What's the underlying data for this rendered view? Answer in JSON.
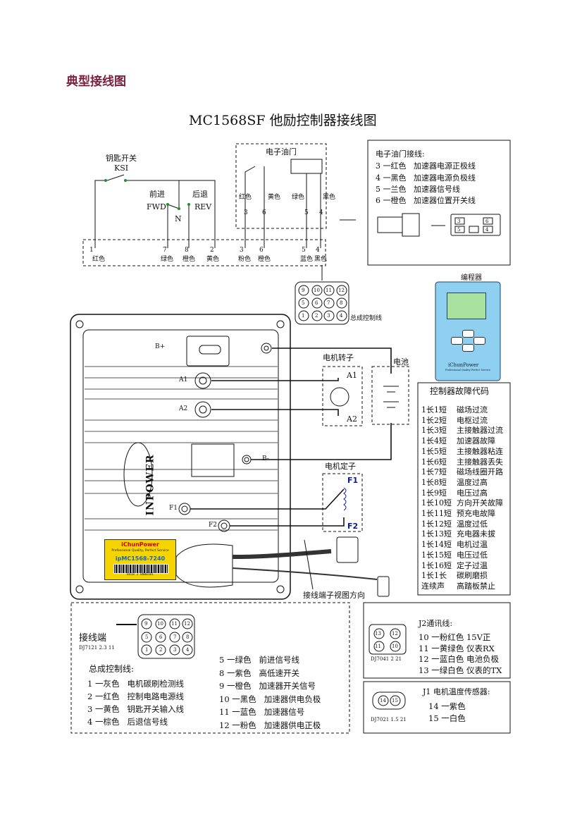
{
  "heading": "典型接线图",
  "title": "MC1568SF 他励控制器接线图",
  "key_switch": {
    "label_cn": "钥匙开关",
    "label_en": "KSI"
  },
  "direction": {
    "fwd_cn": "前进",
    "fwd_en": "FWD",
    "rev_cn": "后退",
    "rev_en": "REV",
    "neutral": "N"
  },
  "throttle": {
    "title": "电子油门",
    "wires": [
      "红色",
      "黄色",
      "绿色",
      "黑色"
    ],
    "pins": [
      "3",
      "6",
      "5",
      "4"
    ]
  },
  "harness_pins": [
    {
      "num": "1",
      "color": "红色"
    },
    {
      "num": "7",
      "color": "绿色"
    },
    {
      "num": "8",
      "color": "橙色"
    },
    {
      "num": "2",
      "color": "黄色"
    },
    {
      "num": "3",
      "color": "粉色"
    },
    {
      "num": "6",
      "color": "橙色"
    },
    {
      "num": "5",
      "color": "蓝色"
    },
    {
      "num": "4",
      "color": "黑色"
    }
  ],
  "throttle_wiring": {
    "title": "电子油门接线:",
    "lines": [
      {
        "pin": "3",
        "color": "红色",
        "desc": "加速器电源正极线"
      },
      {
        "pin": "4",
        "color": "黑色",
        "desc": "加速器电源负极线"
      },
      {
        "pin": "5",
        "color": "兰色",
        "desc": "加速器信号线"
      },
      {
        "pin": "6",
        "color": "橙色",
        "desc": "加速器位置开关线"
      }
    ]
  },
  "mini_plug_pins": [
    "3",
    "6",
    "5",
    "4"
  ],
  "main_connector": {
    "pins": [
      "9",
      "10",
      "11",
      "12",
      "5",
      "6",
      "7",
      "8",
      "1",
      "2",
      "3",
      "4"
    ],
    "label": "总成控制线"
  },
  "programmer": {
    "title": "编程器",
    "brand": "iChunPower",
    "sub": "Professional Quality Perfect Service"
  },
  "controller_terminals": [
    "B+",
    "A1",
    "A2",
    "B-",
    "F1",
    "F2"
  ],
  "controller_brand": "INPOWER",
  "sticker": {
    "brand": "iChunPower",
    "tagline": "Professional Quality, Perfect Service",
    "model": "ipMC1568-7240",
    "serial": "8418 2 0000101"
  },
  "motor": {
    "rotor": "电机转子",
    "stator": "电机定子",
    "a1": "A1",
    "a2": "A2",
    "f1": "F1",
    "f2": "F2"
  },
  "battery": "电池",
  "terminal_view": "接线端子视图方向",
  "fault_codes": {
    "title": "控制器故障代码",
    "items": [
      {
        "code": "1长1短",
        "desc": "磁场过流"
      },
      {
        "code": "1长2短",
        "desc": "电枢过流"
      },
      {
        "code": "1长3短",
        "desc": "主接触器过流"
      },
      {
        "code": "1长4短",
        "desc": "加速器故障"
      },
      {
        "code": "1长5短",
        "desc": "主接触器粘连"
      },
      {
        "code": "1长6短",
        "desc": "主接触器丢失"
      },
      {
        "code": "1长7短",
        "desc": "磁场线圈开路"
      },
      {
        "code": "1长8短",
        "desc": "温度过高"
      },
      {
        "code": "1长9短",
        "desc": "电压过高"
      },
      {
        "code": "1长10短",
        "desc": "方向开关故障"
      },
      {
        "code": "1长11短",
        "desc": "预充电故障"
      },
      {
        "code": "1长12短",
        "desc": "温度过低"
      },
      {
        "code": "1长13短",
        "desc": "充电器未拔"
      },
      {
        "code": "1长14短",
        "desc": "电机过温"
      },
      {
        "code": "1长15短",
        "desc": "电压过低"
      },
      {
        "code": "1长16短",
        "desc": "定子过温"
      },
      {
        "code": "1长1长",
        "desc": "碳刷磨损"
      },
      {
        "code": "连续声",
        "desc": "高踏板禁止"
      }
    ]
  },
  "bottom": {
    "connector_label": "接线端",
    "connector_part": "DJ7121  2.3  11",
    "harness_title": "总成控制线:",
    "left_items": [
      {
        "n": "1",
        "color": "灰色",
        "desc": "电机碳刷检测线"
      },
      {
        "n": "2",
        "color": "红色",
        "desc": "控制电路电源线"
      },
      {
        "n": "3",
        "color": "黄色",
        "desc": "钥匙开关输入线"
      },
      {
        "n": "4",
        "color": "棕色",
        "desc": "后退信号线"
      }
    ],
    "right_items": [
      {
        "n": "5",
        "color": "绿色",
        "desc": "前进信号线"
      },
      {
        "n": "8",
        "color": "紫色",
        "desc": "高低速开关"
      },
      {
        "n": "9",
        "color": "橙色",
        "desc": "加速器开关信号"
      },
      {
        "n": "10",
        "color": "黑色",
        "desc": "加速器供电负极"
      },
      {
        "n": "11",
        "color": "蓝色",
        "desc": "加速器信号"
      },
      {
        "n": "12",
        "color": "粉色",
        "desc": "加速器供电正极"
      }
    ],
    "j2": {
      "title": "J2通讯线:",
      "part": "DJ7041  2  21",
      "pins": [
        "13",
        "12",
        "11",
        "10"
      ],
      "items": [
        {
          "n": "10",
          "text": "粉红色  15V正"
        },
        {
          "n": "11",
          "text": "黄绿色  仪表RX"
        },
        {
          "n": "12",
          "text": "蓝白色  电池负极"
        },
        {
          "n": "13",
          "text": "绿白色  仪表的TX"
        }
      ]
    },
    "j1": {
      "title": "J1 电机温度传感器:",
      "part": "DJ7021  1.5  21",
      "pins": [
        "14",
        "15"
      ],
      "items": [
        {
          "n": "14",
          "text": "紫色"
        },
        {
          "n": "15",
          "text": "白色"
        }
      ]
    }
  }
}
